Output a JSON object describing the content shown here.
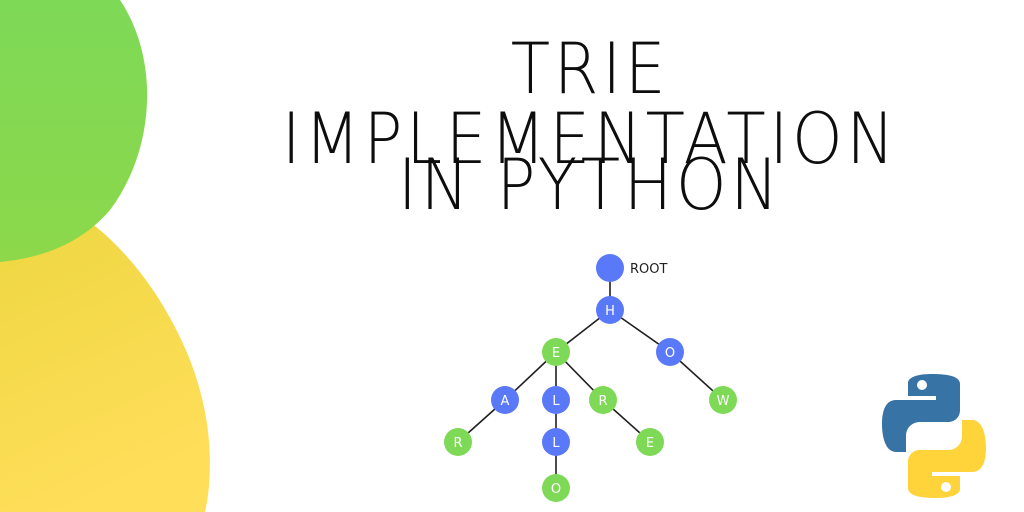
{
  "title": {
    "line1": "TRIE IMPLEMENTATION",
    "line2": "IN PYTHON"
  },
  "colors": {
    "blue_node": "#5a79f8",
    "green_node": "#7ed957",
    "blob_green": "#7ed957",
    "blob_yellow": "#ffde59",
    "python_blue": "#3873a6",
    "python_yellow": "#ffd43b"
  },
  "tree": {
    "root_label": "ROOT",
    "nodes": [
      {
        "id": "root",
        "label": "",
        "color": "blue"
      },
      {
        "id": "h",
        "label": "H",
        "color": "blue"
      },
      {
        "id": "e",
        "label": "E",
        "color": "green"
      },
      {
        "id": "o1",
        "label": "O",
        "color": "blue"
      },
      {
        "id": "a",
        "label": "A",
        "color": "blue"
      },
      {
        "id": "l1",
        "label": "L",
        "color": "blue"
      },
      {
        "id": "r1",
        "label": "R",
        "color": "green"
      },
      {
        "id": "w",
        "label": "W",
        "color": "green"
      },
      {
        "id": "r2",
        "label": "R",
        "color": "green"
      },
      {
        "id": "l2",
        "label": "L",
        "color": "blue"
      },
      {
        "id": "e2",
        "label": "E",
        "color": "green"
      },
      {
        "id": "o2",
        "label": "O",
        "color": "green"
      }
    ],
    "edges": [
      [
        "root",
        "h"
      ],
      [
        "h",
        "e"
      ],
      [
        "h",
        "o1"
      ],
      [
        "e",
        "a"
      ],
      [
        "e",
        "l1"
      ],
      [
        "e",
        "r1"
      ],
      [
        "o1",
        "w"
      ],
      [
        "a",
        "r2"
      ],
      [
        "l1",
        "l2"
      ],
      [
        "r1",
        "e2"
      ],
      [
        "l2",
        "o2"
      ]
    ]
  },
  "logo": {
    "name": "python-logo-icon"
  }
}
